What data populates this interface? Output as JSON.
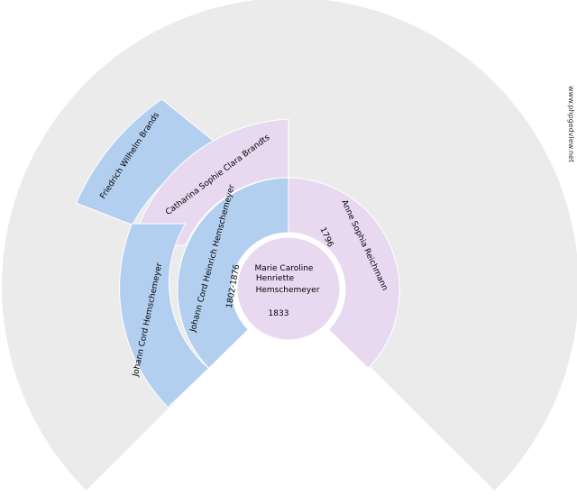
{
  "credit": "www.phpgedview.net",
  "colors": {
    "male": "#b3cff0",
    "female": "#e8d9f0",
    "empty": "#ebebeb",
    "stroke": "#ffffff"
  },
  "root": {
    "name_lines": [
      "Marie Caroline",
      "Henriette",
      "Hemschemeyer"
    ],
    "year": "1833",
    "sex": "female"
  },
  "generation1": [
    {
      "slot": "father",
      "name": "Johann Cord Heinrich Hemschemeyer",
      "dates": "1802-1876",
      "sex": "male"
    },
    {
      "slot": "mother",
      "name": "Anne Sophia Reichmann",
      "dates": "1796",
      "sex": "female"
    }
  ],
  "generation2": [
    {
      "slot": "father-father",
      "name": "Johann Cord Hemschemeyer",
      "sex": "male"
    },
    {
      "slot": "father-mother",
      "name": "Catharina Sophie Clara Brandts",
      "sex": "female"
    }
  ],
  "generation3": [
    {
      "slot": "father-mother-father",
      "name": "Friedrich Wilhelm Brands",
      "sex": "male"
    }
  ]
}
